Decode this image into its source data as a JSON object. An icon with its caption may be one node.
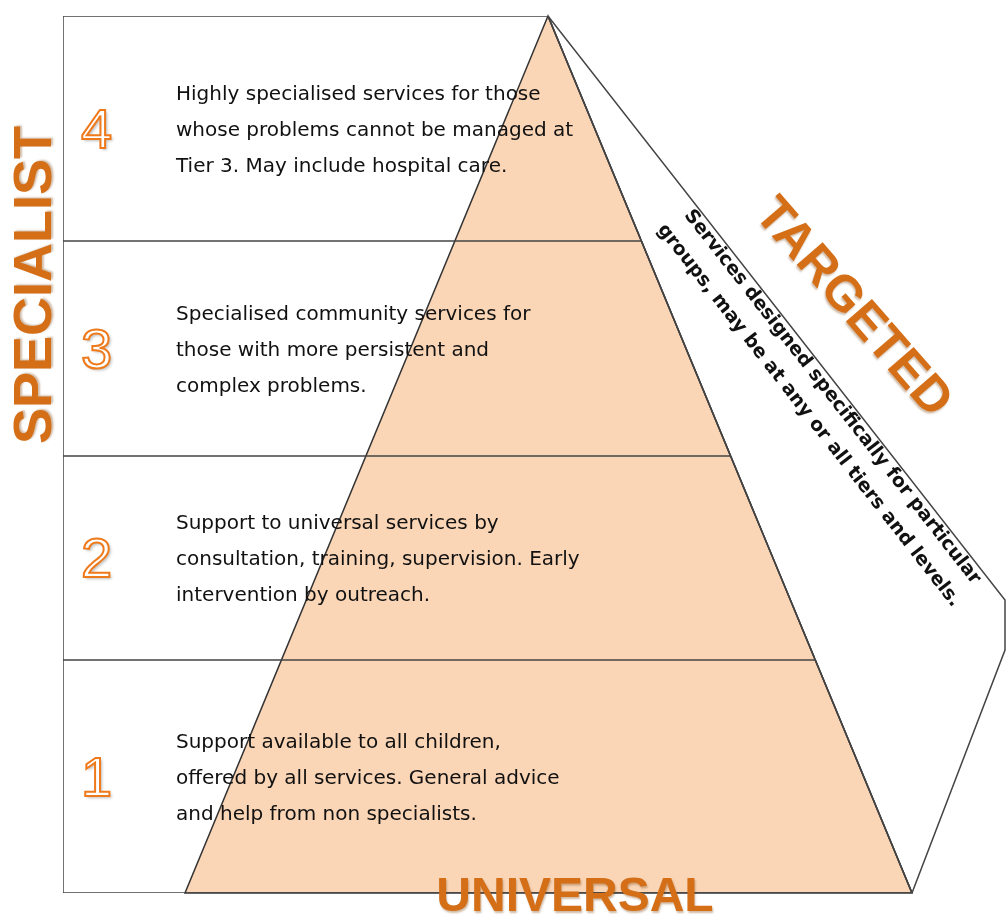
{
  "diagram": {
    "nodes": [
      {
        "text": [
          "4",
          "Highly specialised services for those whose problems cannot be managed at Tier 3. May include hospital care."
        ]
      },
      {
        "text": [
          "3",
          "Specialised community services for those with more persistent and complex problems."
        ]
      },
      {
        "text": [
          "2",
          "Support to universal services by consultation, training, supervision. Early intervention  by outreach."
        ]
      },
      {
        "text": [
          "1",
          "Support available to all children, offered by all services. General advice and help from non specialists."
        ]
      },
      {
        "text": [
          "Services designed specifically for particular groups, may be at any or all tiers and levels."
        ]
      }
    ],
    "labels": [
      "SPECIALIST",
      "TARGETED",
      "UNIVERSAL"
    ]
  }
}
